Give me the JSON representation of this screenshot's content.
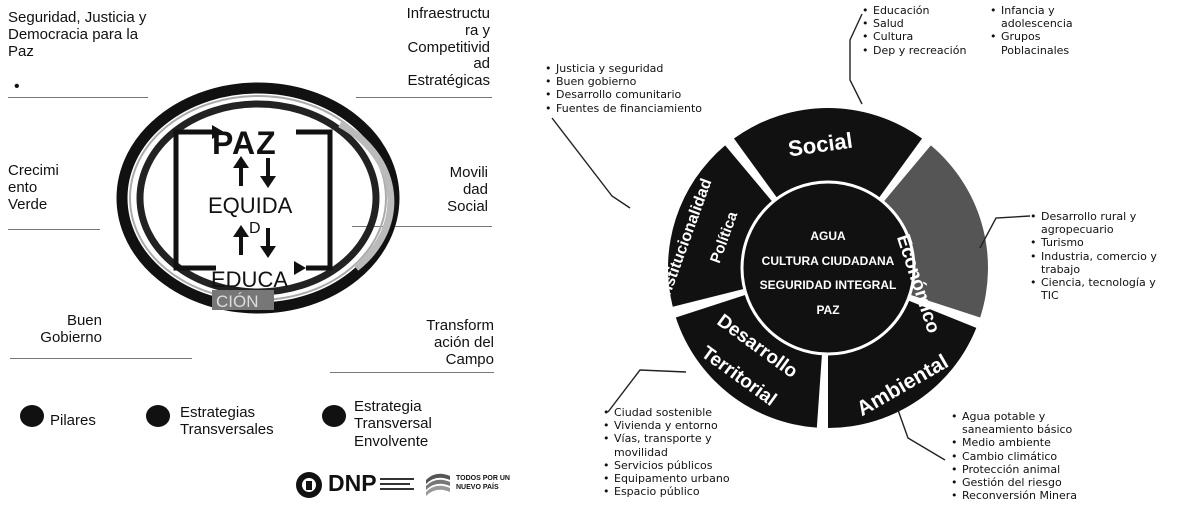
{
  "left_diagram": {
    "pillars": {
      "top_left": "Seguridad, Justicia y\nDemocracia para la\nPaz",
      "top_left_bullet": "•",
      "top_right": "Infraestructu\nra y\nCompetitivid\nad\nEstratégicas",
      "mid_left": "Crecimi\nento\nVerde",
      "mid_right": "Movili\ndad\nSocial",
      "bottom_left": "Buen\nGobierno",
      "bottom_right": "Transform\nación del\nCampo"
    },
    "center": {
      "peace": "PAZ",
      "equity_line1": "EQUIDA",
      "equity_line2": "D",
      "education_line1": "EDUCA",
      "education_line2": "CIÓN"
    },
    "legend": [
      {
        "label": "Pilares"
      },
      {
        "label": "Estrategias\nTransversales"
      },
      {
        "label": "Estrategia\nTransversal\nEnvolvente"
      }
    ],
    "logos": {
      "dnp": "DNP",
      "todos_line1": "TODOS POR UN",
      "todos_line2": "NUEVO PAÍS"
    }
  },
  "right_diagram": {
    "center": [
      "AGUA",
      "CULTURA CIUDADANA",
      "SEGURIDAD INTEGRAL",
      "PAZ"
    ],
    "segments": {
      "social": "Social",
      "economico": "Económico",
      "ambiental": "Ambiental",
      "territorial_line1": "Desarrollo",
      "territorial_line2": "Territorial",
      "institucional_line1": "Institucionalidad",
      "institucional_line2": "Política"
    },
    "lists": {
      "institucional": [
        "Justicia y seguridad",
        "Buen gobierno",
        "Desarrollo comunitario",
        "Fuentes de financiamiento"
      ],
      "social_a": [
        "Educación",
        "Salud",
        "Cultura",
        "Dep y recreación"
      ],
      "social_b": [
        "Infancia y",
        "adolescencia",
        "Grupos",
        "Poblacinales"
      ],
      "economico": [
        "Desarrollo rural y",
        "agropecuario",
        "Turismo",
        "Industria, comercio y",
        "trabajo",
        "Ciencia, tecnología y",
        "TIC"
      ],
      "territorial": [
        "Ciudad sostenible",
        "Vivienda y entorno",
        "Vías, transporte y",
        "movilidad",
        "Servicios públicos",
        "Equipamento urbano",
        "Espacio público"
      ],
      "ambiental": [
        "Agua potable y",
        "saneamiento básico",
        "Medio ambiente",
        "Cambio climático",
        "Protección animal",
        "Gestión del riesgo",
        "Reconversión Minera"
      ]
    }
  }
}
